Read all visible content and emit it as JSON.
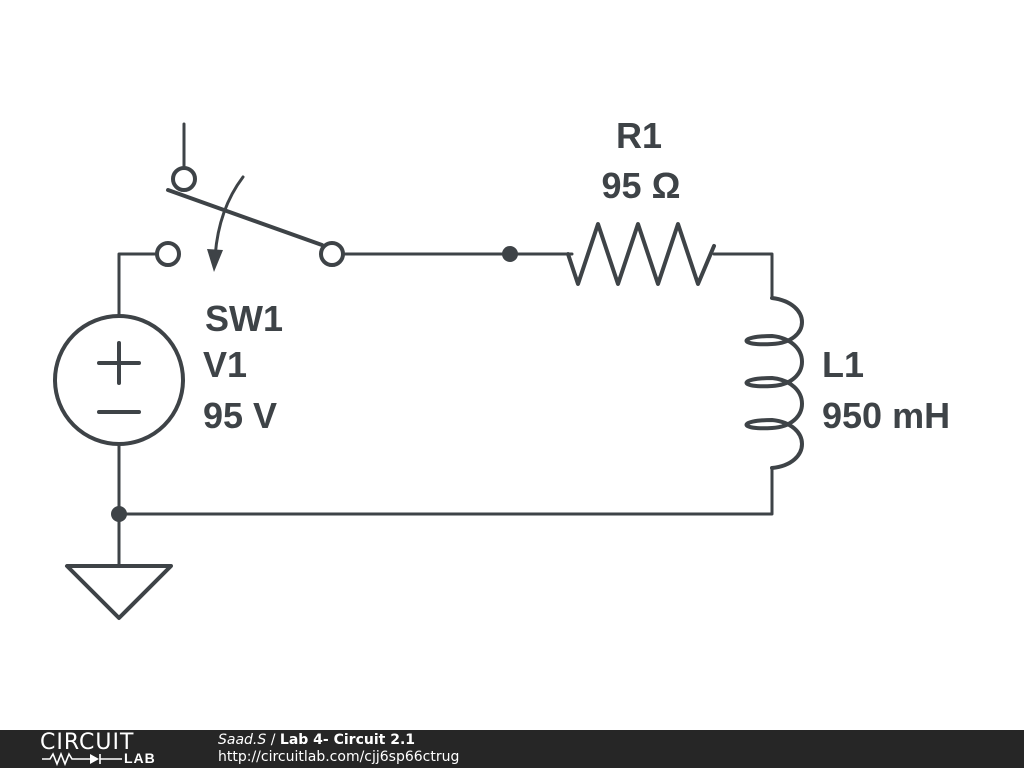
{
  "components": {
    "switch": {
      "name": "SW1"
    },
    "source": {
      "name": "V1",
      "value": "95 V",
      "plus": "+",
      "minus": "−"
    },
    "resistor": {
      "name": "R1",
      "value": "95 Ω"
    },
    "inductor": {
      "name": "L1",
      "value": "950 mH"
    }
  },
  "footer": {
    "logo_top": "CIRCUIT",
    "logo_bottom": "LAB",
    "author": "Saad.S",
    "separator": " / ",
    "title": "Lab 4- Circuit 2.1",
    "url": "http://circuitlab.com/cjj6sp66ctrug"
  }
}
